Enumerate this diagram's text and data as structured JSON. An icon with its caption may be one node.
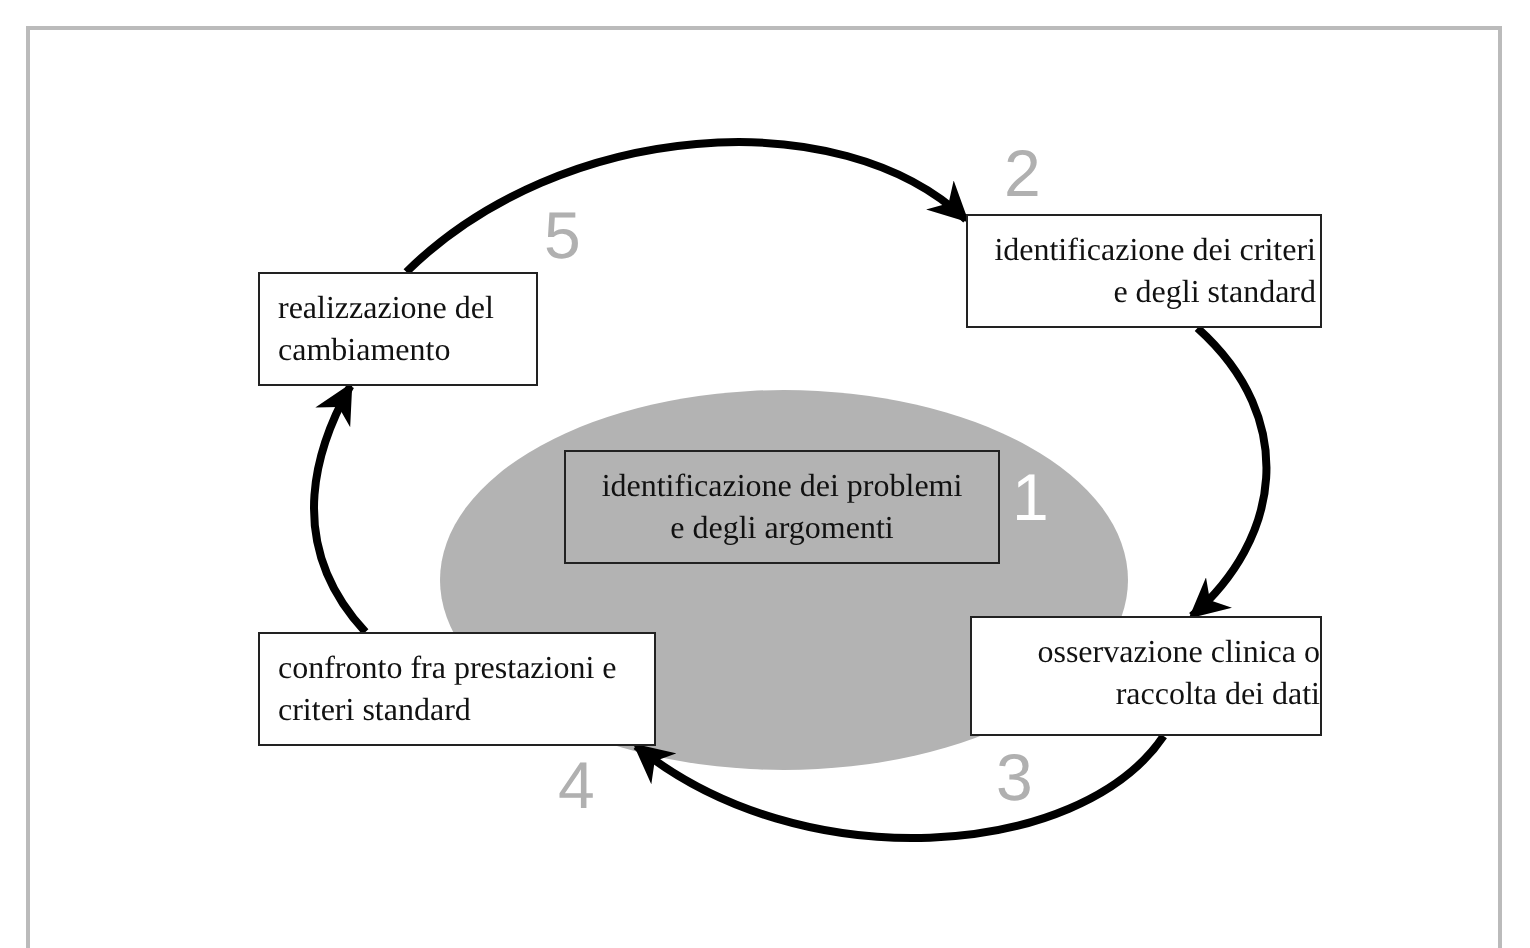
{
  "diagram": {
    "nodes": [
      {
        "text": [
          "realizzazione del cambiamento"
        ],
        "beside": [
          "5"
        ]
      },
      {
        "text": [
          "identificazione dei criteri e degli standard"
        ],
        "beside": [
          "2"
        ]
      },
      {
        "text": [
          "identificazione dei problemi e degli argomenti"
        ],
        "beside": [
          "1"
        ]
      },
      {
        "text": [
          "confronto fra prestazioni e criteri standard"
        ],
        "beside": [
          "4"
        ]
      },
      {
        "text": [
          "osservazione clinica o raccolta dei dati"
        ],
        "beside": [
          "3"
        ]
      }
    ],
    "edges": [
      {
        "from": 0,
        "to": 1,
        "arrow": "to"
      },
      {
        "from": 1,
        "to": 4,
        "arrow": "to"
      },
      {
        "from": 4,
        "to": 3,
        "arrow": "to"
      },
      {
        "from": 3,
        "to": 0,
        "arrow": "to"
      }
    ]
  }
}
